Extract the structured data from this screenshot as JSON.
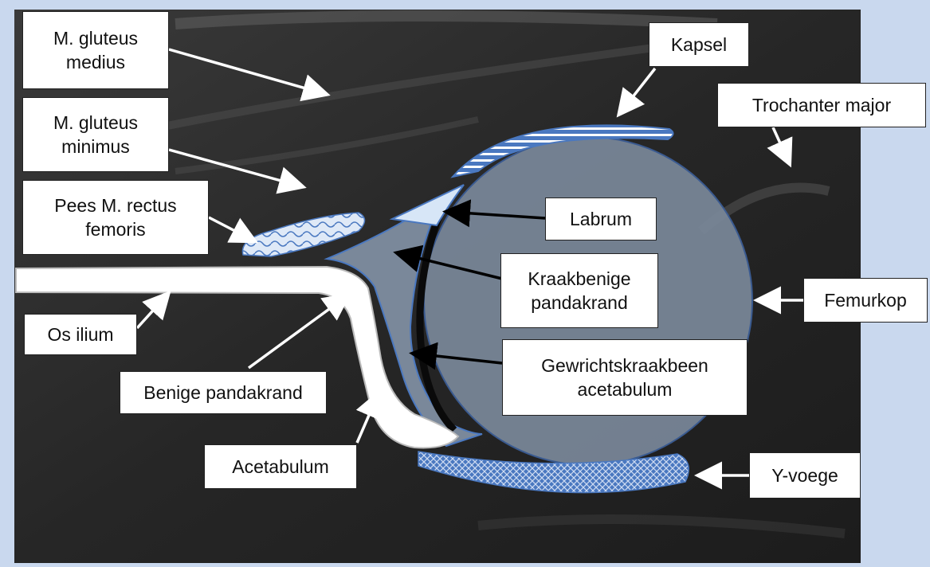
{
  "labels": {
    "gluteus_medius": "M. gluteus\nmedius",
    "gluteus_minimus": "M. gluteus\nminimus",
    "pees_rectus": "Pees M. rectus\nfemoris",
    "os_ilium": "Os ilium",
    "benige_pandakrand": "Benige pandakrand",
    "acetabulum": "Acetabulum",
    "kapsel": "Kapsel",
    "trochanter": "Trochanter major",
    "labrum": "Labrum",
    "kraakbenige": "Kraakbenige\npandakrand",
    "femurkop": "Femurkop",
    "gewrichtskraakbeen": "Gewrichtskraakbeen\nacetabulum",
    "y_voege": "Y-voege"
  },
  "colors": {
    "background": "#c9d8ee",
    "ultrasound": "#2a2a2a",
    "femur_head": "#7a889a",
    "structure_blue": "#4a78c0",
    "bone_white": "#ffffff"
  }
}
